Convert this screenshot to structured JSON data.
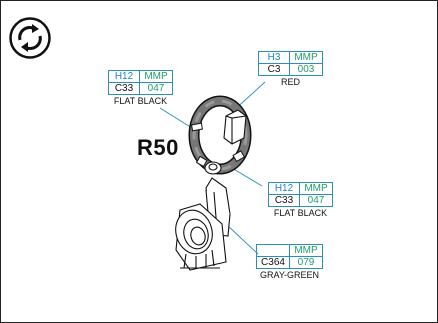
{
  "title": "R50",
  "icon": "rotate-icon",
  "callouts": [
    {
      "ref": "H12",
      "ref_color": "#1a86c7",
      "mmp": "MMP",
      "code": "C33",
      "code2": "047",
      "name": "FLAT BLACK"
    },
    {
      "ref": "H3",
      "ref_color": "#1a86c7",
      "mmp": "MMP",
      "code": "C3",
      "code2": "003",
      "name": "RED"
    },
    {
      "ref": "H12",
      "ref_color": "#1a86c7",
      "mmp": "MMP",
      "code": "C33",
      "code2": "047",
      "name": "FLAT BLACK"
    },
    {
      "ref": "",
      "ref_color": "#1a86c7",
      "mmp": "MMP",
      "code": "C364",
      "code2": "079",
      "name": "GRAY-GREEN"
    }
  ]
}
